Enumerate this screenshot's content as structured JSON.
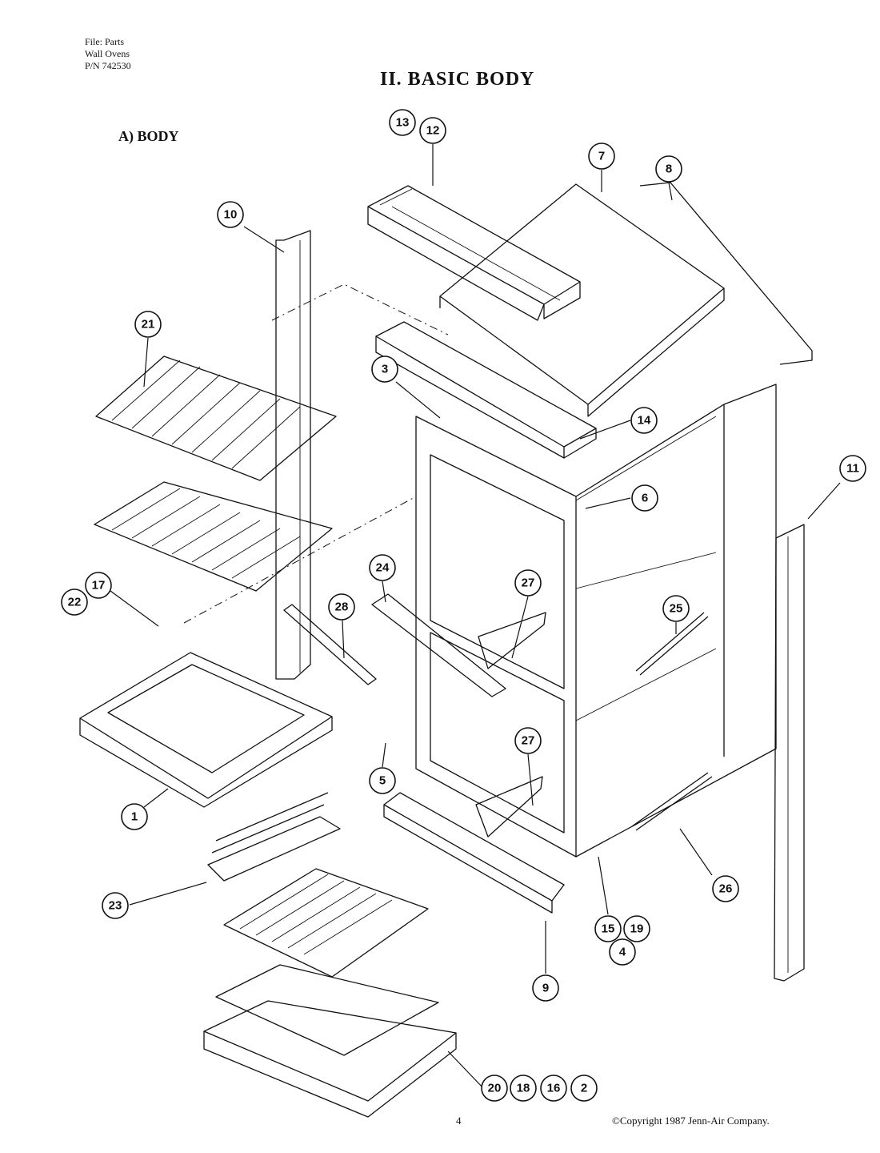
{
  "header": {
    "file": "File: Parts",
    "product": "Wall Ovens",
    "part_number": "P/N 742530"
  },
  "title": "II. BASIC BODY",
  "subtitle": "A) BODY",
  "page_number": "4",
  "copyright": "©Copyright 1987 Jenn-Air Company.",
  "callouts": [
    "13",
    "12",
    "7",
    "8",
    "10",
    "21",
    "3",
    "14",
    "6",
    "11",
    "24",
    "27",
    "25",
    "22",
    "17",
    "28",
    "5",
    "27",
    "1",
    "23",
    "15",
    "19",
    "4",
    "9",
    "26",
    "20",
    "18",
    "16",
    "2"
  ]
}
